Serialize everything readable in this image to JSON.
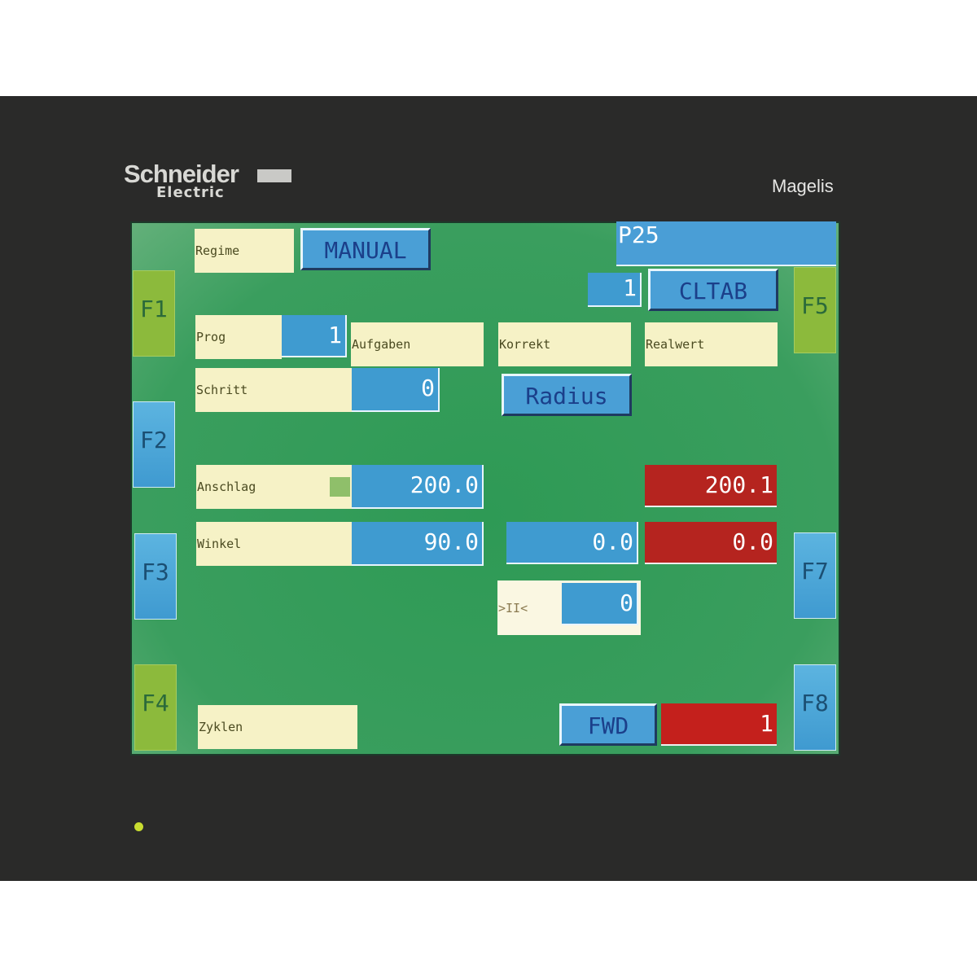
{
  "device": {
    "brand_line1": "Schneider",
    "brand_line2": "Electric",
    "model": "Magelis"
  },
  "function_keys": {
    "f1": "F1",
    "f2": "F2",
    "f3": "F3",
    "f4": "F4",
    "f5": "F5",
    "f7": "F7",
    "f8": "F8"
  },
  "header": {
    "regime_label": "Regime",
    "regime_button": "MANUAL",
    "page": "P25",
    "table_index": "1",
    "cltab_button": "CLTAB"
  },
  "fields": {
    "prog_label": "Prog",
    "prog_value": "1",
    "aufgaben_label": "Aufgaben",
    "korrekt_label": "Korrekt",
    "realwert_label": "Realwert",
    "schritt_label": "Schritt",
    "schritt_value": "0",
    "radius_button": "Radius",
    "anschlag_label": "Anschlag",
    "anschlag_value": "200.0",
    "anschlag_real": "200.1",
    "winkel_label": "Winkel",
    "winkel_value": "90.0",
    "winkel_korrekt": "0.0",
    "winkel_real": "0.0",
    "parallel_label": ">II<",
    "parallel_value": "0",
    "zyklen_label": "Zyklen",
    "direction_button": "FWD",
    "zyklen_value": "1"
  },
  "colors": {
    "screen": "#2e9a55",
    "label": "#f6f2c6",
    "input": "#3f9bd0",
    "actual": "#b5241f",
    "fkey_green": "#8cba3c"
  }
}
